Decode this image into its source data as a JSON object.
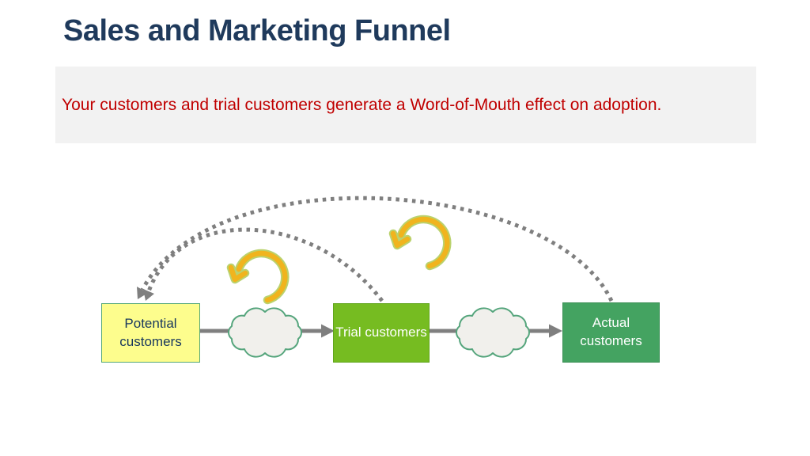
{
  "slide": {
    "title": "Sales and Marketing Funnel",
    "banner": {
      "text": "Your customers and trial customers generate a Word-of-Mouth effect on adoption."
    },
    "colors": {
      "title_text": "#1f3a5c",
      "banner_bg": "#f2f2f2",
      "banner_text": "#c00000",
      "connector": "#7f7f7f",
      "cloud_fill": "#f1f0ec",
      "cloud_border": "#55a57c",
      "rotate_amber": "#f0b41e",
      "rotate_outline": "#aecb55"
    },
    "diagram": {
      "nodes": [
        {
          "id": "potential",
          "label": "Potential customers",
          "fill": "#fdfd8d",
          "border": "#55a878",
          "text_color": "#17365d"
        },
        {
          "id": "trial",
          "label": "Trial customers",
          "fill": "#76bc21",
          "border": "#61a51c",
          "text_color": "#ffffff"
        },
        {
          "id": "actual",
          "label": "Actual customers",
          "fill": "#44a361",
          "border": "#3a8f55",
          "text_color": "#ffffff"
        }
      ],
      "connectors": [
        {
          "from": "potential",
          "to": "trial",
          "style": "solid-arrow-through-cloud"
        },
        {
          "from": "trial",
          "to": "actual",
          "style": "solid-arrow-through-cloud"
        },
        {
          "from": "trial",
          "to": "potential",
          "style": "dotted-feedback-arc"
        },
        {
          "from": "actual",
          "to": "potential",
          "style": "dotted-feedback-arc"
        }
      ]
    }
  }
}
